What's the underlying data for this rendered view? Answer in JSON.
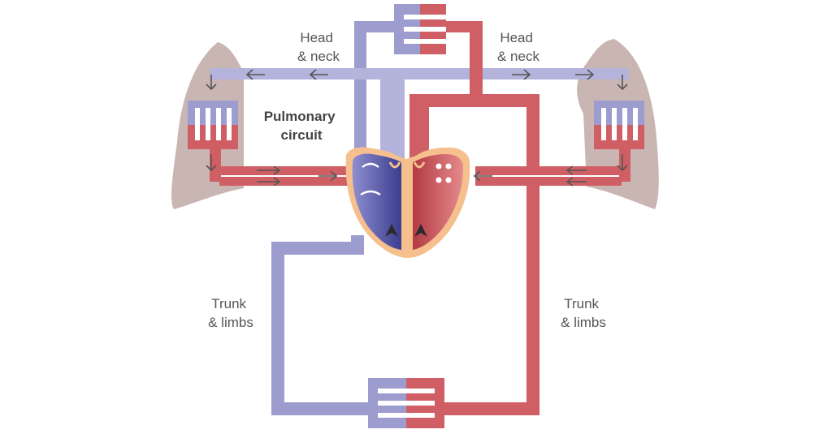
{
  "labels": {
    "head_neck_left": [
      "Head",
      "& neck"
    ],
    "head_neck_right": [
      "Head",
      "& neck"
    ],
    "pulmonary": [
      "Pulmonary",
      "circuit"
    ],
    "trunk_left": [
      "Trunk",
      "& limbs"
    ],
    "trunk_right": [
      "Trunk",
      "& limbs"
    ]
  },
  "colors": {
    "deoxygenated": "#9c9ccf",
    "deoxygenated_light": "#b3b3dc",
    "oxygenated": "#cf5f65",
    "heart_outline": "#f6c08e",
    "lung": "#bfa8a4",
    "arrow": "#555555"
  }
}
